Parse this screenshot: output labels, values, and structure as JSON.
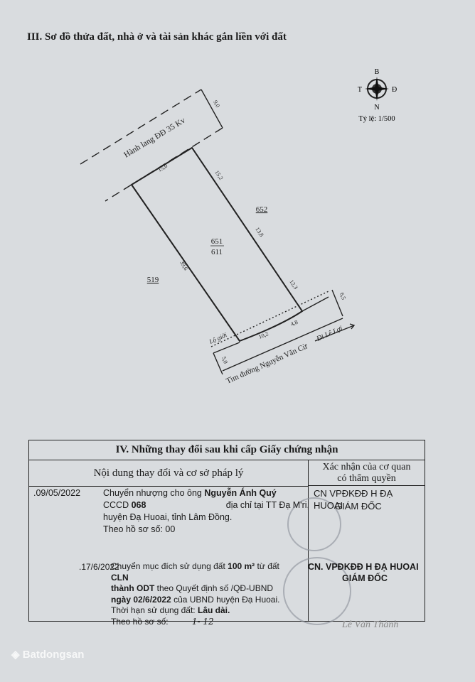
{
  "section3": {
    "title": "III. Sơ đồ thửa đất, nhà ở và tài sản khác gắn liền với đất"
  },
  "compass": {
    "north": "B",
    "south": "N",
    "west": "T",
    "east": "Đ",
    "scale": "Tỷ lệ: 1/500"
  },
  "map": {
    "corridor_label": "Hành lang ĐĐ 35 Kv",
    "corridor_width": "9,0",
    "edge_top": "15,0",
    "edge_right_1": "15,2",
    "edge_right_2": "13,8",
    "edge_right_3": "12,3",
    "edge_left": "39,6",
    "edge_bottom_1": "10,2",
    "edge_bottom_2": "4,8",
    "road_width_left": "5,0",
    "road_width_right": "6,5",
    "parcel_number": "651",
    "parcel_area": "611",
    "neighbor_right": "652",
    "neighbor_left": "519",
    "boundary_label": "Lộ giới",
    "road_label": "Tim đường Nguyễn Văn Cừ",
    "direction_label": "Đi Lê Lợi"
  },
  "section4": {
    "title": "IV. Những thay đổi sau khi cấp Giấy chứng nhận",
    "col1": "Nội dung thay đổi và cơ sở pháp lý",
    "col2_line1": "Xác nhận của cơ quan",
    "col2_line2": "có thẩm quyền",
    "entries": [
      {
        "date": ".09/05/2022",
        "l1a": "Chuyển nhượng  cho  ông ",
        "l1b": "Nguyễn Ánh Quý",
        "l2a": "CCCD ",
        "l2b": "068",
        "l2c": "địa chỉ tại TT Đạ M'ri,",
        "l3": "huyện Đạ Huoai, tỉnh Lâm Đồng.",
        "l4": "Theo hồ sơ số: 00",
        "office": "CN VPĐKĐĐ H ĐẠ HUOAI",
        "role": "GIÁM ĐỐC"
      },
      {
        "date": ".17/6/2022",
        "l1a": "Chuyển mục đích sử dụng đất ",
        "l1b": "100 m²",
        "l1c": " từ đất ",
        "l1d": "CLN",
        "l2a": "thành ODT",
        "l2b": " theo  Quyết  định  số      /QĐ-UBND",
        "l3a": "ngày 02/6/2022",
        "l3b": " của UBND huyện Đạ Huoai.",
        "l4a": "Thời hạn sử dụng đất: ",
        "l4b": "Lâu dài.",
        "l5": "Theo hồ sơ số:",
        "l5hand": "1- 12",
        "office": "CN. VPĐKĐĐ H ĐẠ HUOAI",
        "role": "GIÁM ĐỐC",
        "signer": "Lê Văn Thành"
      }
    ]
  },
  "watermark": "Batdongsan"
}
